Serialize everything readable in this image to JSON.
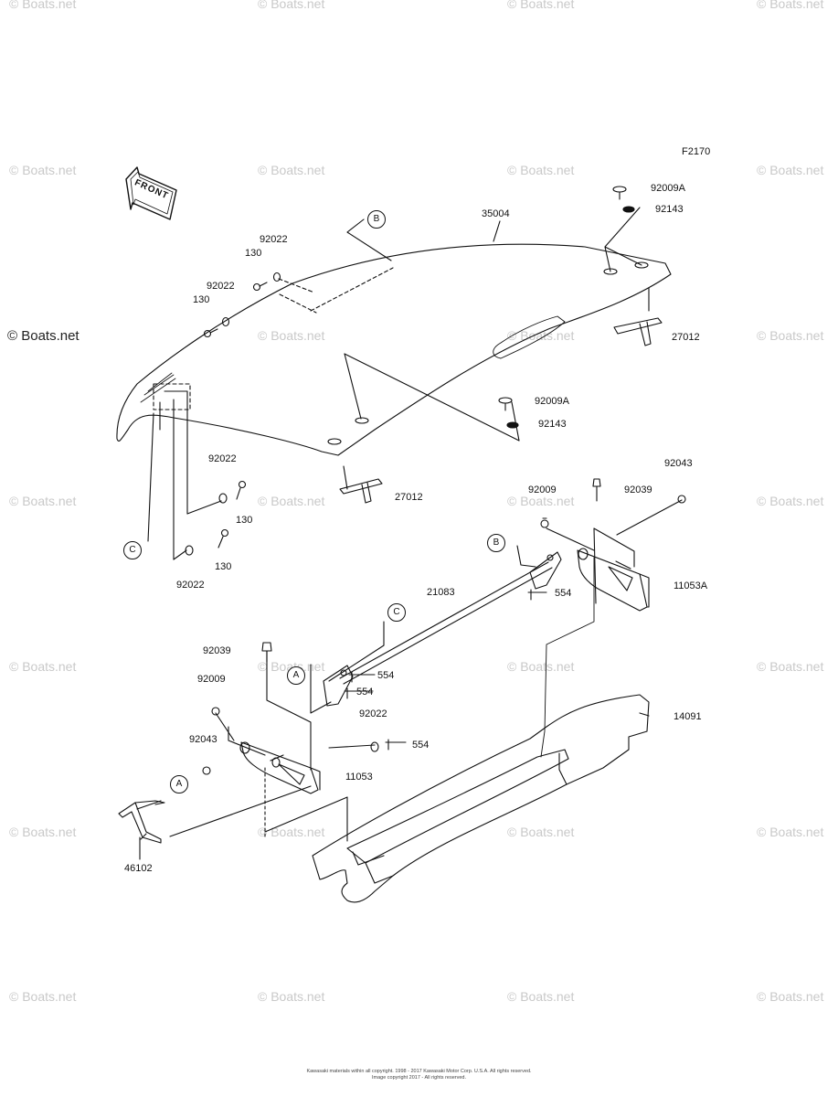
{
  "figure_id": "F2170",
  "front_label": "FRONT",
  "watermark": "© Boats.net",
  "copyright": [
    "Kawasaki materials within all copyright. 1998 - 2017 Kawasaki Motor Corp. U.S.A. All rights reserved.",
    "Image copyright 2017 - All rights reserved."
  ],
  "callouts": {
    "c_92009A_top": "92009A",
    "c_92143_top": "92143",
    "c_35004": "35004",
    "c_27012_right": "27012",
    "c_92009A_mid": "92009A",
    "c_92143_mid": "92143",
    "c_27012_mid": "27012",
    "c_92022_a": "92022",
    "c_130_a": "130",
    "c_92022_b": "92022",
    "c_130_b": "130",
    "c_92022_c": "92022",
    "c_130_c": "130",
    "c_130_d": "130",
    "c_92022_d": "92022",
    "c_92043_top": "92043",
    "c_92009_top": "92009",
    "c_92039_top": "92039",
    "c_11053A": "11053A",
    "c_554_a": "554",
    "c_21083": "21083",
    "c_92039_bot": "92039",
    "c_554_b": "554",
    "c_554_c": "554",
    "c_92009_bot": "92009",
    "c_92022_e": "92022",
    "c_554_d": "554",
    "c_14091": "14091",
    "c_92043_bot": "92043",
    "c_11053": "11053",
    "c_46102": "46102"
  },
  "refs": {
    "a": "A",
    "b": "B",
    "c": "C"
  }
}
